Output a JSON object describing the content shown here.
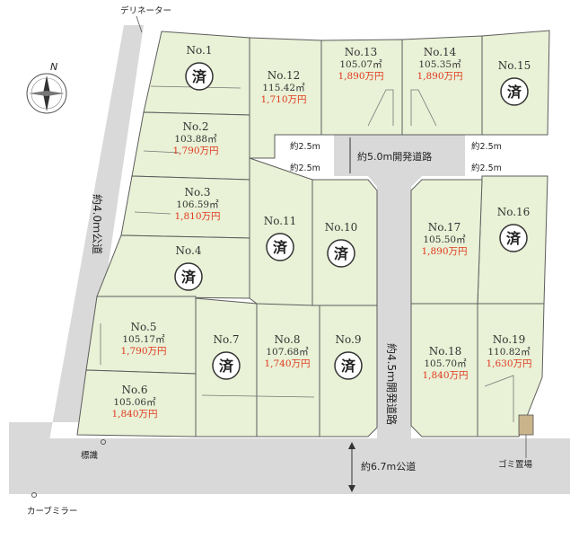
{
  "compass": {
    "north_label": "N"
  },
  "lots": [
    {
      "id": "lot-1",
      "no": "No.1",
      "sold": true,
      "sold_mark": "済"
    },
    {
      "id": "lot-2",
      "no": "No.2",
      "area": "103.88㎡",
      "price": "1,790万円"
    },
    {
      "id": "lot-3",
      "no": "No.3",
      "area": "106.59㎡",
      "price": "1,810万円"
    },
    {
      "id": "lot-4",
      "no": "No.4",
      "sold": true,
      "sold_mark": "済"
    },
    {
      "id": "lot-5",
      "no": "No.5",
      "area": "105.17㎡",
      "price": "1,790万円"
    },
    {
      "id": "lot-6",
      "no": "No.6",
      "area": "105.06㎡",
      "price": "1,840万円"
    },
    {
      "id": "lot-7",
      "no": "No.7",
      "sold": true,
      "sold_mark": "済"
    },
    {
      "id": "lot-8",
      "no": "No.8",
      "area": "107.68㎡",
      "price": "1,740万円"
    },
    {
      "id": "lot-9",
      "no": "No.9",
      "sold": true,
      "sold_mark": "済"
    },
    {
      "id": "lot-10",
      "no": "No.10",
      "sold": true,
      "sold_mark": "済"
    },
    {
      "id": "lot-11",
      "no": "No.11",
      "sold": true,
      "sold_mark": "済"
    },
    {
      "id": "lot-12",
      "no": "No.12",
      "area": "115.42㎡",
      "price": "1,710万円"
    },
    {
      "id": "lot-13",
      "no": "No.13",
      "area": "105.07㎡",
      "price": "1,890万円"
    },
    {
      "id": "lot-14",
      "no": "No.14",
      "area": "105.35㎡",
      "price": "1,890万円"
    },
    {
      "id": "lot-15",
      "no": "No.15",
      "sold": true,
      "sold_mark": "済"
    },
    {
      "id": "lot-16",
      "no": "No.16",
      "sold": true,
      "sold_mark": "済"
    },
    {
      "id": "lot-17",
      "no": "No.17",
      "area": "105.50㎡",
      "price": "1,890万円"
    },
    {
      "id": "lot-18",
      "no": "No.18",
      "area": "105.70㎡",
      "price": "1,840万円"
    },
    {
      "id": "lot-19",
      "no": "No.19",
      "area": "110.82㎡",
      "price": "1,630万円"
    }
  ],
  "labels": {
    "delineator": "デリネーター",
    "west_road": "約4.0ｍ公道",
    "dev_road_north": "約5.0m開発道路",
    "dev_road_center": "約4.5ｍ開発道路",
    "south_road": "約6.7m公道",
    "sign": "標識",
    "curve_mirror": "カーブミラー",
    "trash": "ゴミ置場",
    "setback_a": "約2.5m",
    "setback_b": "約2.5m",
    "setback_c": "約2.5m",
    "setback_d": "約2.5m"
  }
}
